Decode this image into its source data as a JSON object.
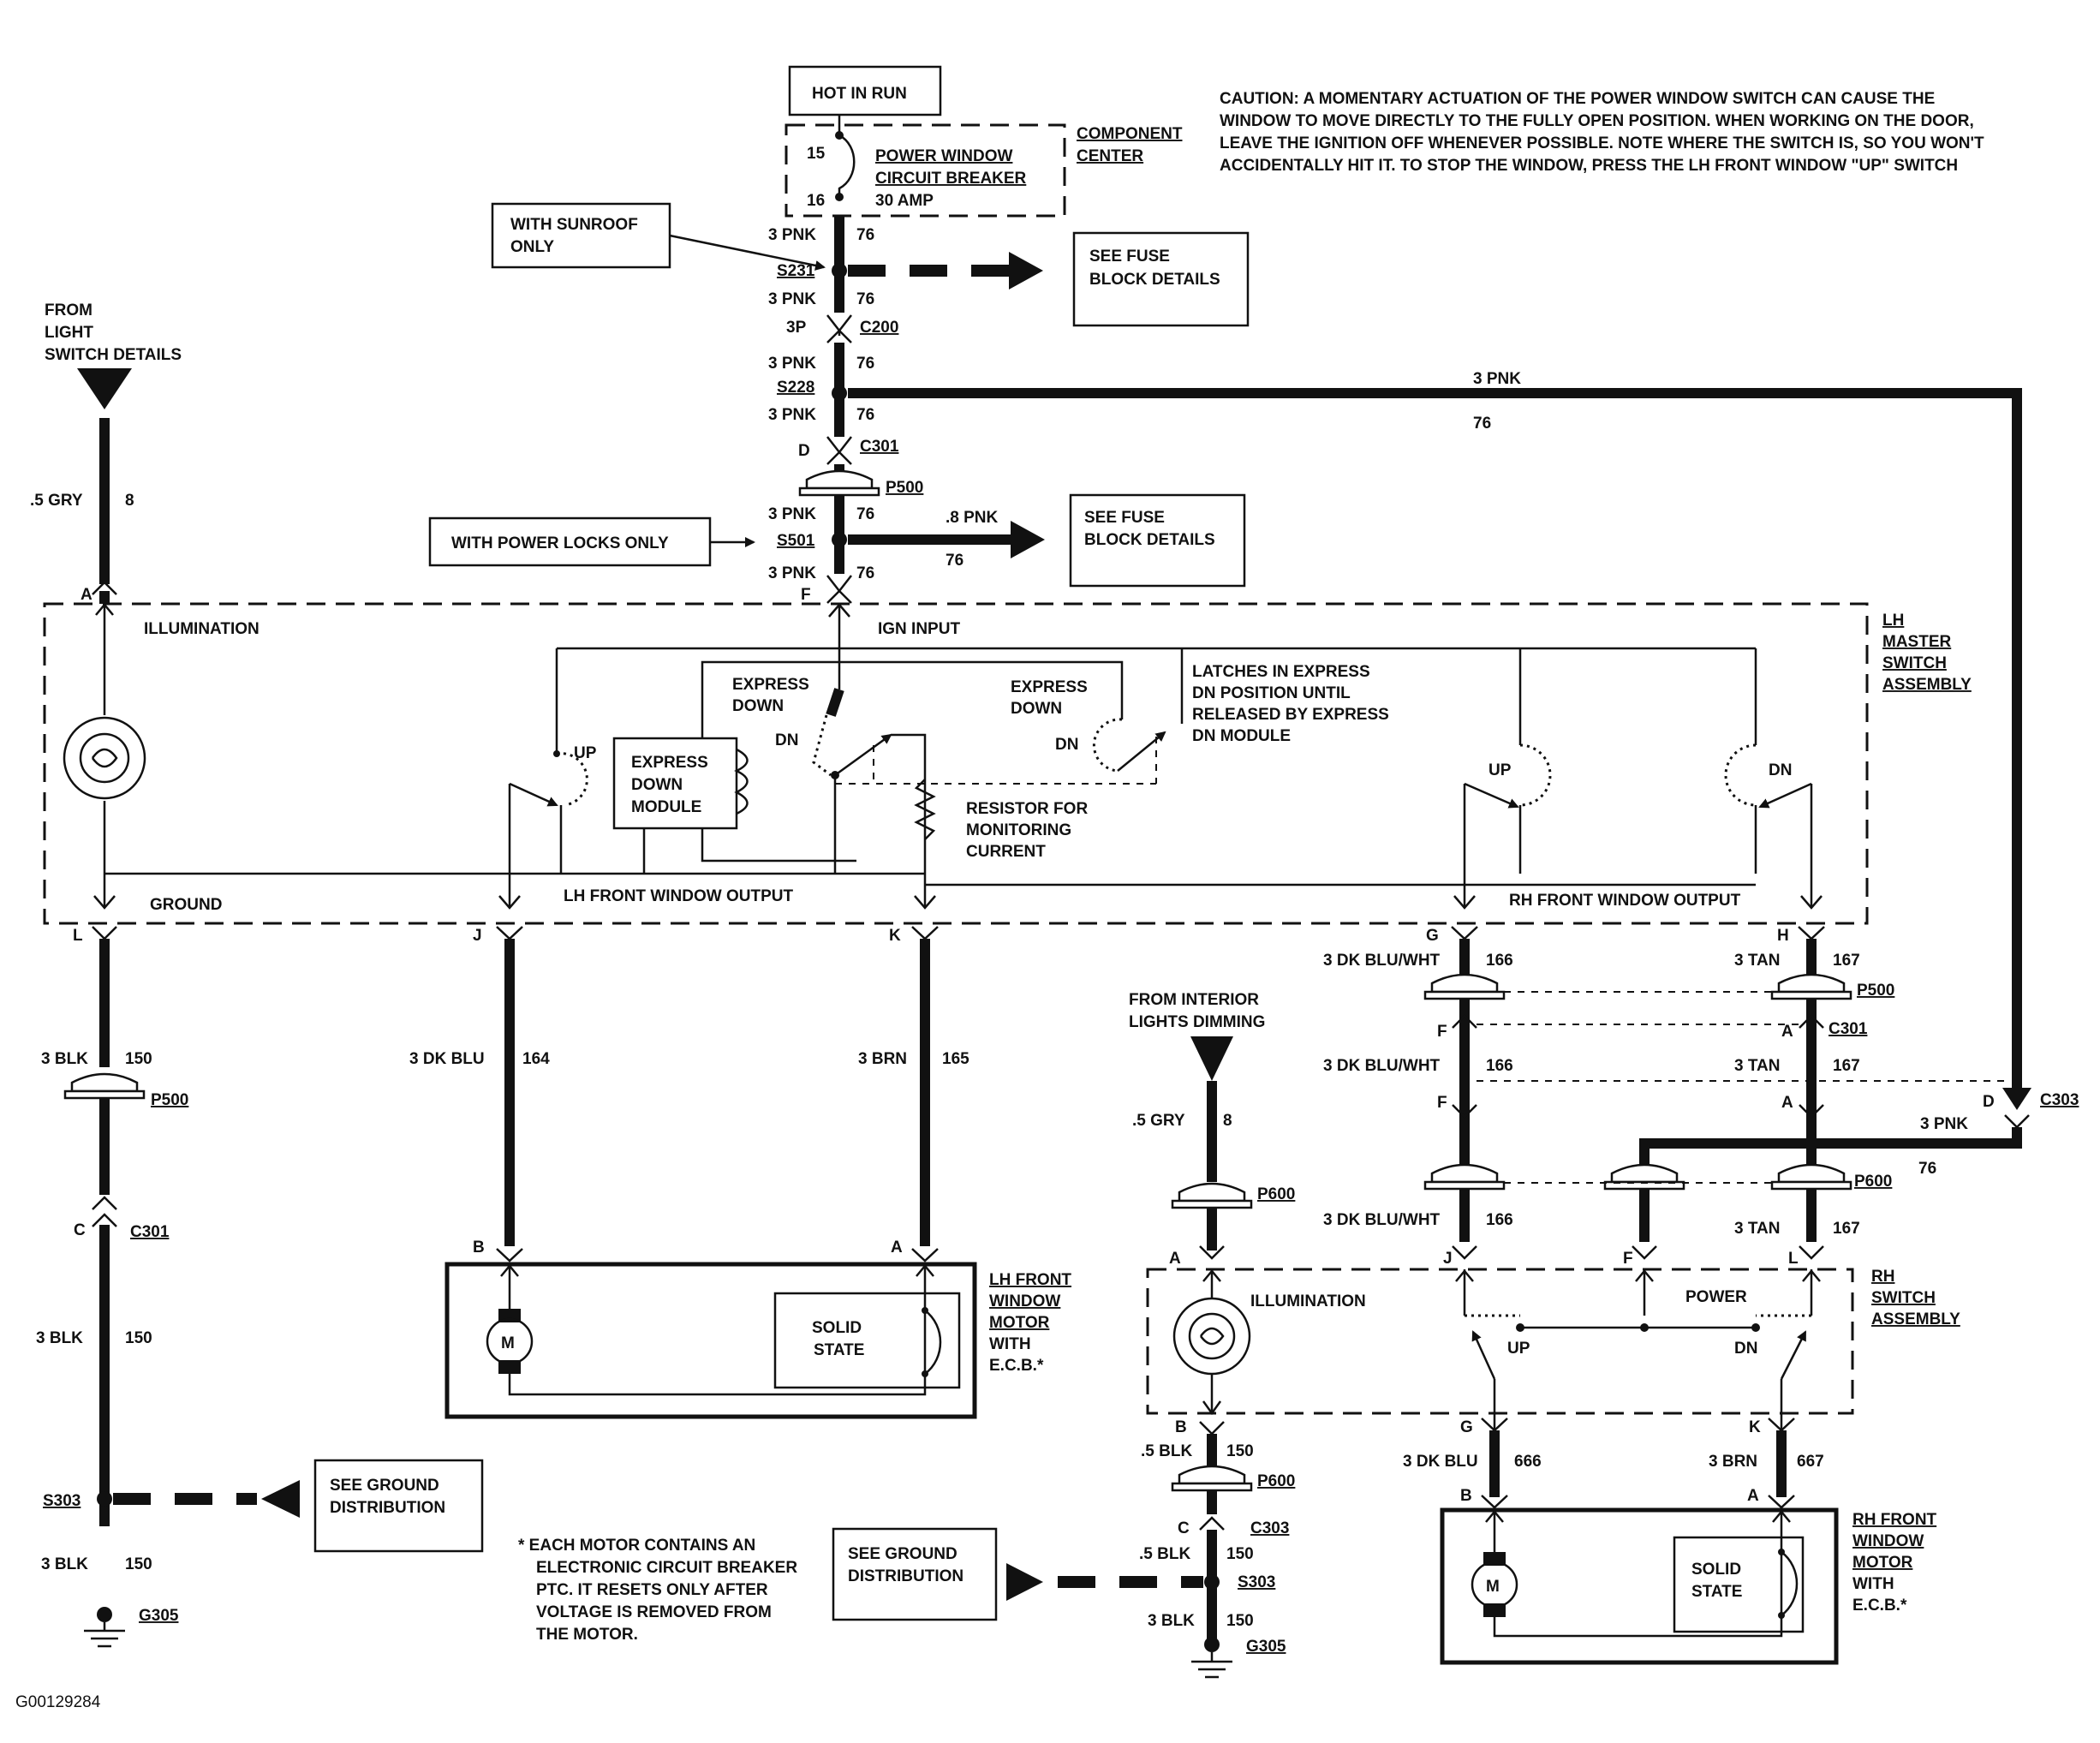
{
  "fuse": {
    "hot_in_run": "HOT IN RUN",
    "component_center": [
      "COMPONENT",
      "CENTER"
    ],
    "breaker": [
      "POWER WINDOW",
      "CIRCUIT BREAKER",
      "30 AMP"
    ],
    "pin_15": "15",
    "pin_16": "16"
  },
  "caution": [
    "CAUTION: A MOMENTARY ACTUATION OF THE POWER WINDOW SWITCH CAN CAUSE THE",
    "WINDOW TO MOVE DIRECTLY TO THE  FULLY OPEN POSITION. WHEN WORKING ON THE DOOR,",
    "LEAVE THE IGNITION OFF WHENEVER POSSIBLE. NOTE WHERE THE SWITCH IS, SO YOU WON'T",
    "ACCIDENTALLY HIT IT. TO STOP THE WINDOW, PRESS THE LH FRONT WINDOW \"UP\" SWITCH"
  ],
  "notes": {
    "sunroof": [
      "WITH SUNROOF",
      "ONLY"
    ],
    "see_fuse_1": [
      "SEE FUSE",
      "BLOCK DETAILS"
    ],
    "see_fuse_2": [
      "SEE FUSE",
      "BLOCK DETAILS"
    ],
    "power_locks": "WITH POWER LOCKS ONLY",
    "from_light": [
      "FROM",
      "LIGHT",
      "SWITCH DETAILS"
    ],
    "from_interior": [
      "FROM INTERIOR",
      "LIGHTS DIMMING"
    ],
    "see_ground_1": [
      "SEE GROUND",
      "DISTRIBUTION"
    ],
    "see_ground_2": [
      "SEE GROUND",
      "DISTRIBUTION"
    ],
    "footnote": [
      "*  EACH MOTOR CONTAINS AN",
      "ELECTRONIC CIRCUIT BREAKER",
      "PTC. IT RESETS ONLY AFTER",
      "VOLTAGE IS REMOVED FROM",
      "THE MOTOR."
    ],
    "figure_id": "G00129284"
  },
  "main_feed": {
    "w1": "3 PNK",
    "c1": "76",
    "s231": "S231",
    "w2": "3 PNK",
    "c2": "76",
    "c200_pin": "3P",
    "c200": "C200",
    "w3": "3 PNK",
    "c3": "76",
    "s228": "S228",
    "w4": "3 PNK",
    "c4": "76",
    "c301_pin": "D",
    "c301": "C301",
    "p500": "P500",
    "w5": "3 PNK",
    "c5": "76",
    "s501": "S501",
    "w6": "3 PNK",
    "c6": "76",
    "f_pin": "F",
    "branch_wire": ".8 PNK",
    "branch_circuit": "76",
    "rh_wire": "3 PNK",
    "rh_circuit": "76"
  },
  "lh_master": {
    "title": [
      "LH",
      "MASTER",
      "SWITCH",
      "ASSEMBLY"
    ],
    "illumination": "ILLUMINATION",
    "ground": "GROUND",
    "ign_input": "IGN INPUT",
    "express_down_1": [
      "EXPRESS",
      "DOWN"
    ],
    "express_down_2": [
      "EXPRESS",
      "DOWN"
    ],
    "dn_1": "DN",
    "dn_2": "DN",
    "up_1": "UP",
    "latches": [
      "LATCHES IN EXPRESS",
      "DN POSITION UNTIL",
      "RELEASED BY EXPRESS",
      "DN MODULE"
    ],
    "module": [
      "EXPRESS",
      "DOWN",
      "MODULE"
    ],
    "resistor": [
      "RESISTOR FOR",
      "MONITORING",
      "CURRENT"
    ],
    "lh_output": "LH FRONT WINDOW OUTPUT",
    "rh_output": "RH FRONT WINDOW OUTPUT",
    "up_2": "UP",
    "dn_3": "DN",
    "pin_a": "A",
    "pin_l": "L",
    "pin_j": "J",
    "pin_k": "K",
    "pin_g": "G",
    "pin_h": "H"
  },
  "left_ground": {
    "gry_wire": ".5 GRY",
    "gry_circuit": "8",
    "w1": "3 BLK",
    "c1": "150",
    "p500": "P500",
    "c_pin": "C",
    "c301": "C301",
    "w2": "3 BLK",
    "c2": "150",
    "s303": "S303",
    "w3": "3 BLK",
    "c3": "150",
    "g305": "G305"
  },
  "lh_motor": {
    "w_dkblu": "3 DK BLU",
    "c_dkblu": "164",
    "w_brn": "3 BRN",
    "c_brn": "165",
    "pin_b": "B",
    "pin_a": "A",
    "motor": "M",
    "solid_state": [
      "SOLID",
      "STATE"
    ],
    "title": [
      "LH FRONT",
      "WINDOW",
      "MOTOR",
      "WITH",
      "E.C.B.*"
    ]
  },
  "rh_harness": {
    "w166_a": "3 DK BLU/WHT",
    "c166_a": "166",
    "w167_a": "3 TAN",
    "c167_a": "167",
    "p500": "P500",
    "c301": "C301",
    "pin_f1": "F",
    "pin_a1": "A",
    "w166_b": "3 DK BLU/WHT",
    "c166_b": "166",
    "w167_b": "3 TAN",
    "c167_b": "167",
    "pin_f2": "F",
    "pin_a2": "A",
    "pin_d": "D",
    "c303": "C303",
    "w_pnk": "3 PNK",
    "c_pnk": "76",
    "p600": "P600",
    "w166_c": "3 DK BLU/WHT",
    "c166_c": "166",
    "w167_c": "3 TAN",
    "c167_c": "167"
  },
  "rh_switch": {
    "title": [
      "RH",
      "SWITCH",
      "ASSEMBLY"
    ],
    "illumination": "ILLUMINATION",
    "power": "POWER",
    "up": "UP",
    "dn": "DN",
    "pin_a": "A",
    "pin_j": "J",
    "pin_f": "F",
    "pin_l": "L",
    "pin_b": "B",
    "pin_g": "G",
    "pin_k": "K"
  },
  "interior": {
    "w1": ".5 GRY",
    "c1": "8",
    "p600_a": "P600",
    "w2": ".5 BLK",
    "c2": "150",
    "p600_b": "P600",
    "c_pin": "C",
    "c303": "C303",
    "w3": ".5 BLK",
    "c3": "150",
    "s303": "S303",
    "w4": "3 BLK",
    "c4": "150",
    "g305": "G305"
  },
  "rh_motor": {
    "w_dkblu": "3 DK BLU",
    "c_dkblu": "666",
    "w_brn": "3 BRN",
    "c_brn": "667",
    "pin_b": "B",
    "pin_a": "A",
    "motor": "M",
    "solid_state": [
      "SOLID",
      "STATE"
    ],
    "title": [
      "RH FRONT",
      "WINDOW",
      "MOTOR",
      "WITH",
      "E.C.B.*"
    ]
  }
}
